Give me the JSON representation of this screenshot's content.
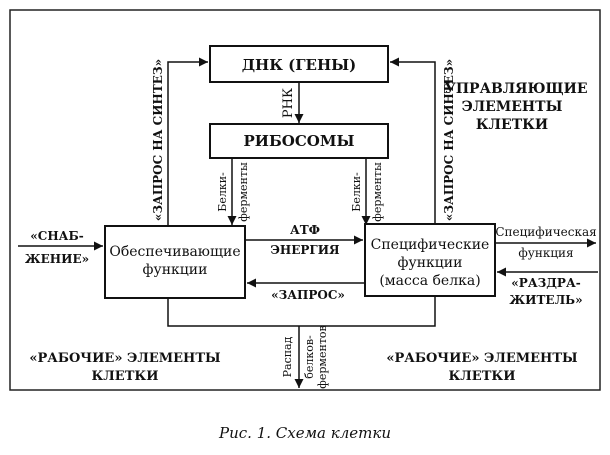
{
  "boxes": {
    "dna": "ДНК (ГЕНЫ)",
    "ribosomes": "РИБОСОМЫ",
    "support_l1": "Обеспечивающие",
    "support_l2": "функции",
    "specific_l1": "Специфические",
    "specific_l2": "функции",
    "specific_l3": "(масса белка)"
  },
  "labels": {
    "rnk": "РНК",
    "request_synthesis": "«ЗАПРОС НА СИНТЕЗ»",
    "enzymes_l1": "Белки-",
    "enzymes_l2": "ферменты",
    "atp": "АТФ",
    "energy": "ЭНЕРГИЯ",
    "request": "«ЗАПРОС»",
    "supply_l1": "«СНАБ-",
    "supply_l2": "ЖЕНИЕ»",
    "specific_function_l1": "Специфическая",
    "specific_function_l2": "функция",
    "irritant_l1": "«РАЗДРА-",
    "irritant_l2": "ЖИТЕЛЬ»",
    "decay_l1": "Распад",
    "decay_l2": "белков-",
    "decay_l3": "ферментов",
    "control_l1": "УПРАВЛЯЮЩИЕ",
    "control_l2": "ЭЛЕМЕНТЫ",
    "control_l3": "КЛЕТКИ",
    "working_l1": "«РАБОЧИЕ» ЭЛЕМЕНТЫ",
    "working_l2": "КЛЕТКИ"
  },
  "caption": "Рис. 1. Схема клетки"
}
